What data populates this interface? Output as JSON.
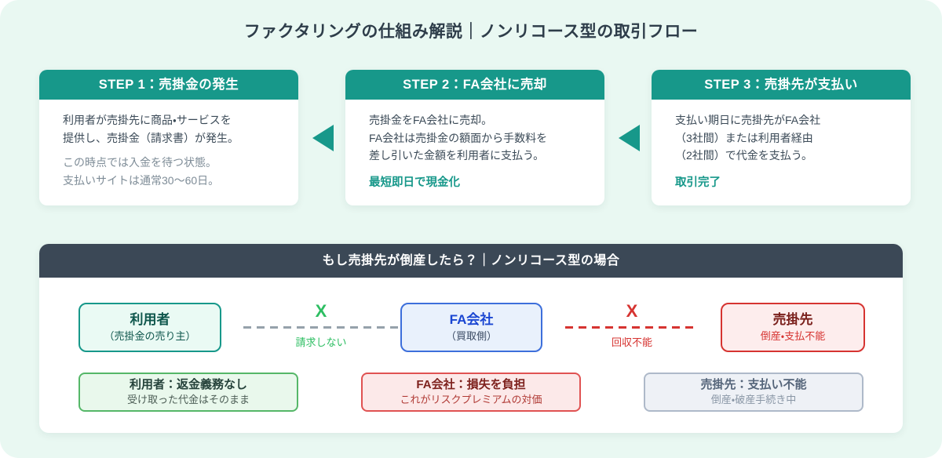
{
  "page": {
    "title": "ファクタリングの仕組み解説｜ノンリコース型の取引フロー",
    "background_color": "#E9F8F2"
  },
  "colors": {
    "teal_accent": "#17988A",
    "dark_header": "#3B4856",
    "green": "#2DBE62",
    "red": "#D63431",
    "blue": "#1A46D2"
  },
  "steps": [
    {
      "header": "STEP 1：売掛金の発生",
      "body": "利用者が売掛先に商品・サービスを\n提供し、売掛金（請求書）が発生。",
      "note": "この時点では入金を待つ状態。\n支払いサイトは通常30〜60日。"
    },
    {
      "header": "STEP 2：FA会社に売却",
      "body": "売掛金をFA会社に売却。\nFA会社は売掛金の額面から手数料を\n差し引いた金額を利用者に支払う。",
      "accent": "最短即日で現金化"
    },
    {
      "header": "STEP 3：売掛先が支払い",
      "body": "支払い期日に売掛先がFA会社\n（3社間）または利用者経由\n（2社間）で代金を支払う。",
      "accent": "取引完了"
    }
  ],
  "panel": {
    "header": "もし売掛先が倒産したら？｜ノンリコース型の場合",
    "entities": [
      {
        "title": "利用者",
        "subtitle": "（売掛金の売り主）"
      },
      {
        "title": "FA会社",
        "subtitle": "（買取側）"
      },
      {
        "title": "売掛先",
        "subtitle": "倒産・支払不能"
      }
    ],
    "connections": [
      {
        "mark": "X",
        "label": "請求しない"
      },
      {
        "mark": "X",
        "label": "回収不能"
      }
    ],
    "results": [
      {
        "title": "利用者：返金義務なし",
        "subtitle": "受け取った代金はそのまま"
      },
      {
        "title": "FA会社：損失を負担",
        "subtitle": "これがリスクプレミアムの対価"
      },
      {
        "title": "売掛先：支払い不能",
        "subtitle": "倒産・破産手続き中"
      }
    ]
  }
}
